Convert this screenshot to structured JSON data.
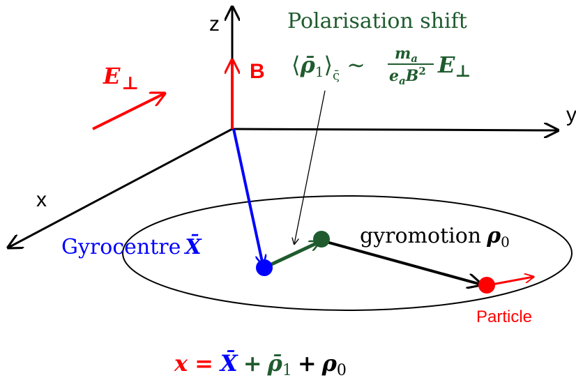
{
  "axes": {
    "z_label": "z",
    "y_label": "y",
    "x_label": "x"
  },
  "field": {
    "b_label": "B",
    "e_label_main": "E",
    "e_label_sub": "⊥"
  },
  "polarisation": {
    "title": "Polarisation shift",
    "rho_open": "⟨",
    "rho_symbol": "ρ̄",
    "rho_sub": "1",
    "rho_close": "⟩",
    "rho_avg_sub": "ς̄",
    "approx": "∼",
    "numerator_main": "m",
    "numerator_sub": "a",
    "denominator_main": "e",
    "denominator_sub": "a",
    "denominator_B": "B",
    "denominator_sup": "2",
    "field_main": "E",
    "field_sub": "⊥"
  },
  "gyrocentre": {
    "label": "Gyrocentre",
    "symbol": "X̄"
  },
  "gyromotion": {
    "label": "gyromotion",
    "symbol": "ρ",
    "sub": "0"
  },
  "particle": {
    "label": "Particle"
  },
  "equation": {
    "lhs": "x",
    "eq": "=",
    "X": "X̄",
    "plus1": "+",
    "rho1": "ρ̄",
    "rho1_sub": "1",
    "plus2": "+",
    "rho0": "ρ",
    "rho0_sub": "0"
  },
  "colors": {
    "red": "#ff0000",
    "blue": "#0000ff",
    "green": "#1f5b2e",
    "black": "#000000"
  }
}
